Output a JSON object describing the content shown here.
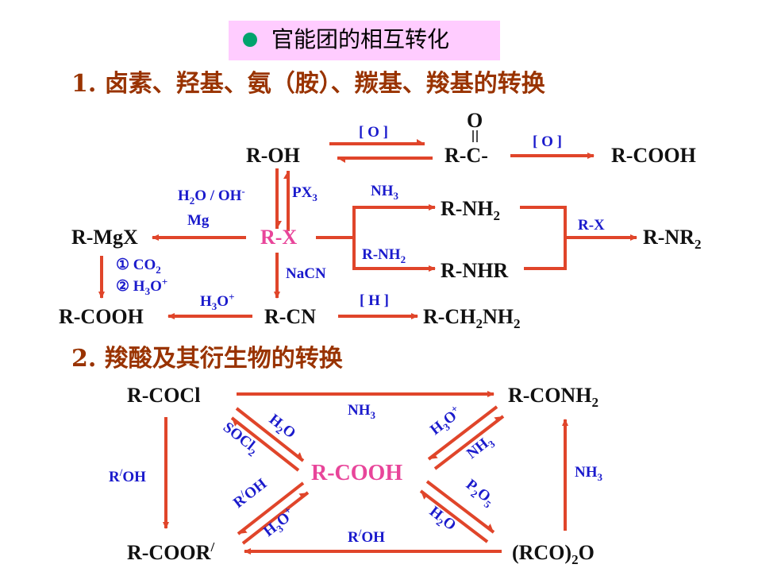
{
  "title": "官能团的相互转化",
  "section1_heading": "1.  卤素、羟基、氨（胺）、羰基、羧基的转换",
  "section2_heading": "2.  羧酸及其衍生物的转换",
  "colors": {
    "arrow": "#e0452a",
    "reagent": "#1a1acc",
    "highlight": "#e8459a",
    "heading": "#993300",
    "bullet": "#00a36c",
    "title_bg": "#ffccff"
  },
  "s1": {
    "R_OH": "R-OH",
    "O_top": "O",
    "R_C": "R-C-",
    "R_COOH_top": "R-COOH",
    "R_X": "R-X",
    "R_MgX": "R-MgX",
    "R_NH2": "R-NH",
    "R_NH2_sub": "2",
    "R_NHR": "R-NHR",
    "R_NR2": "R-NR",
    "R_NR2_sub": "2",
    "R_COOH_left": "R-COOH",
    "R_CN": "R-CN",
    "R_CH2NH2_a": "R-CH",
    "R_CH2NH2_b": "2",
    "R_CH2NH2_c": "NH",
    "R_CH2NH2_d": "2",
    "ox1": "[ O ]",
    "ox2": "[ O ]",
    "h2o_oh": "H",
    "h2o_oh_sub": "2",
    "h2o_oh_rest": "O / OH",
    "h2o_oh_sup": "-",
    "px3": "PX",
    "px3_sub": "3",
    "mg": "Mg",
    "nh3": "NH",
    "nh3_sub": "3",
    "rnh2": "R-NH",
    "rnh2_sub": "2",
    "rx": "R-X",
    "co2": "① CO",
    "co2_sub": "2",
    "h3o_a": "② H",
    "h3o_a_sub": "3",
    "h3o_a_rest": "O",
    "h3o_a_sup": "+",
    "nacn": "NaCN",
    "h3o_b": "H",
    "h3o_b_sub": "3",
    "h3o_b_rest": "O",
    "h3o_b_sup": "+",
    "h_red": "[ H ]"
  },
  "s2": {
    "R_COCl": "R-COCl",
    "R_CONH2": "R-CONH",
    "R_CONH2_sub": "2",
    "R_COOH": "R-COOH",
    "R_COOR": "R-COOR",
    "R_COOR_sup": "/",
    "RCO2O_a": "(RCO)",
    "RCO2O_sub": "2",
    "RCO2O_b": "O",
    "nh3_top": "NH",
    "nh3_top_sub": "3",
    "roh_left": "R",
    "roh_left_sup": "/",
    "roh_left_rest": "OH",
    "nh3_right": "NH",
    "nh3_right_sub": "3",
    "roh_bottom": "R",
    "roh_bottom_sup": "/",
    "roh_bottom_rest": "OH",
    "h2o_ul": "H",
    "h2o_ul_sub": "2",
    "h2o_ul_rest": "O",
    "socl2": "SOCl",
    "socl2_sub": "2",
    "h3o_ur": "H",
    "h3o_ur_sub": "3",
    "h3o_ur_rest": "O",
    "h3o_ur_sup": "+",
    "nh3_ur": "NH",
    "nh3_ur_sub": "3",
    "roh_ll": "R",
    "roh_ll_sup": "/",
    "roh_ll_rest": "OH",
    "h3o_ll": "H",
    "h3o_ll_sub": "3",
    "h3o_ll_rest": "O",
    "h3o_ll_sup": "+",
    "p2o5": "P",
    "p2o5_sub1": "2",
    "p2o5_mid": "O",
    "p2o5_sub2": "5",
    "h2o_lr": "H",
    "h2o_lr_sub": "2",
    "h2o_lr_rest": "O"
  }
}
